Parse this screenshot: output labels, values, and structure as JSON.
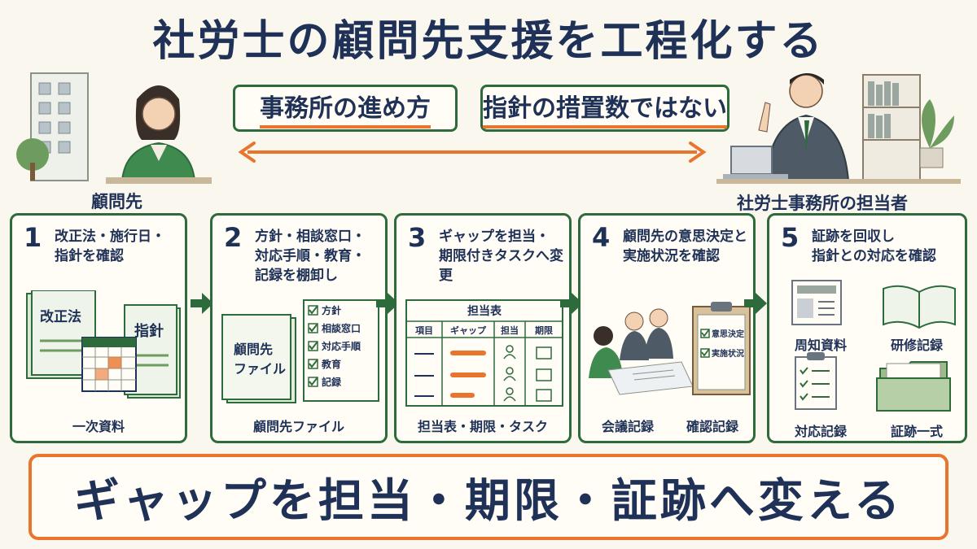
{
  "title": "社労士の顧問先支援を工程化する",
  "tags": {
    "left": "事務所の進め方",
    "right": "指針の措置数ではない"
  },
  "people": {
    "client": "顧問先",
    "office": "社労士事務所の担当者"
  },
  "steps": [
    {
      "number": "1",
      "text": "改正法・施行日・\n指針を確認",
      "doc_left": "改正法",
      "doc_right": "指針",
      "caption": "一次資料"
    },
    {
      "number": "2",
      "text": "方針・相談窓口・\n対応手順・教育・\n記録を棚卸し",
      "file_label_1": "顧問先",
      "file_label_2": "ファイル",
      "checklist": [
        "方針",
        "相談窓口",
        "対応手順",
        "教育",
        "記録"
      ],
      "caption": "顧問先ファイル"
    },
    {
      "number": "3",
      "text": "ギャップを担当・\n期限付きタスクへ変更",
      "table_title": "担当表",
      "table_headers": [
        "項目",
        "ギャップ",
        "担当",
        "期限"
      ],
      "caption": "担当表・期限・タスク"
    },
    {
      "number": "4",
      "text": "顧問先の意思決定と\n実施状況を確認",
      "clipboard": [
        "意思決定",
        "実施状況"
      ],
      "caption_left": "会議記録",
      "caption_right": "確認記録"
    },
    {
      "number": "5",
      "text": "証跡を回収し\n指針との対応を確認",
      "items": [
        "周知資料",
        "研修記録",
        "対応記録",
        "証跡一式"
      ]
    }
  ],
  "bottom_banner": "ギャップを担当・期限・証跡へ変える",
  "colors": {
    "navy": "#1f3157",
    "green": "#2d6b3c",
    "orange": "#e8742e",
    "background": "#faf7ef"
  }
}
